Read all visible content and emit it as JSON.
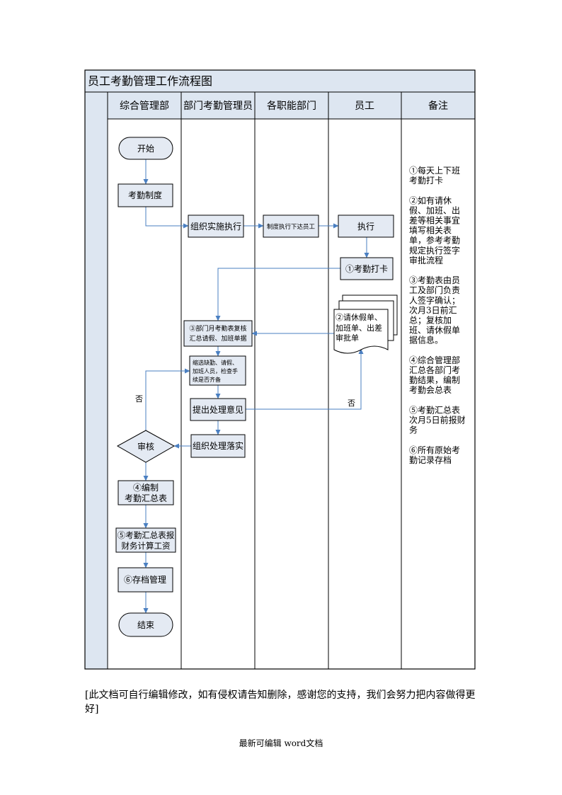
{
  "title": "员工考勤管理工作流程图",
  "lanes": [
    "综合管理部",
    "部门考勤管理员",
    "各职能部门",
    "员工",
    "备注"
  ],
  "nodes": {
    "start": "开始",
    "attendance_policy": "考勤制度",
    "organize_implement": "组织实施执行",
    "formulate_distribute": "制度执行下达员工",
    "execute": "执行",
    "clock_in": "①考勤打卡",
    "dept_monthly_line1": "③部门月考勤表复核",
    "dept_monthly_line2": "汇总请假、加班单据",
    "check_absence_line1": "缩选缺勤、请假、",
    "check_absence_line2": "加班人员，检查手",
    "check_absence_line3": "续是否齐备",
    "propose_opinion": "提出处理意见",
    "review": "审核",
    "organize_handle": "组织处理落实",
    "compile_line1": "④编制",
    "compile_line2": "考勤汇总表",
    "report_line1": "⑤考勤汇总表报",
    "report_line2": "财务计算工资",
    "archive": "⑥存档管理",
    "end": "结束",
    "leave_doc_line1": "②请休假单、",
    "leave_doc_line2": "加班单、出差",
    "leave_doc_line3": "审批单"
  },
  "edge_labels": {
    "no_left": "否",
    "no_right": "否"
  },
  "notes": [
    "①每天上下班",
    "考勤打卡",
    "",
    "②如有请休",
    "假、加班、出",
    "差等相关事宜",
    "填写相关表",
    "单，参考考勤",
    "规定执行签字",
    "审批流程",
    "",
    "③考勤表由员",
    "工及部门负责",
    "人签字确认；",
    "次月3日前汇",
    "总；复核加",
    "班、请休假单",
    "据信息。",
    "",
    "④综合管理部",
    "汇总各部门考",
    "勤结果，编制",
    "考勤会总表",
    "",
    "⑤考勤汇总表",
    "次月5日前报财",
    "务",
    "",
    "⑥所有原始考",
    "勤记录存档"
  ],
  "footer_note": "[此文档可自行编辑修改，如有侵权请告知删除，感谢您的支持，我们会努力把内容做得更好]",
  "footer_bottom": "最新可编辑 word文档",
  "colors": {
    "header_bg": "#dde6f1",
    "box_bg": "#e4eaf3",
    "arrow": "#4a7fc1",
    "line": "#000000"
  }
}
